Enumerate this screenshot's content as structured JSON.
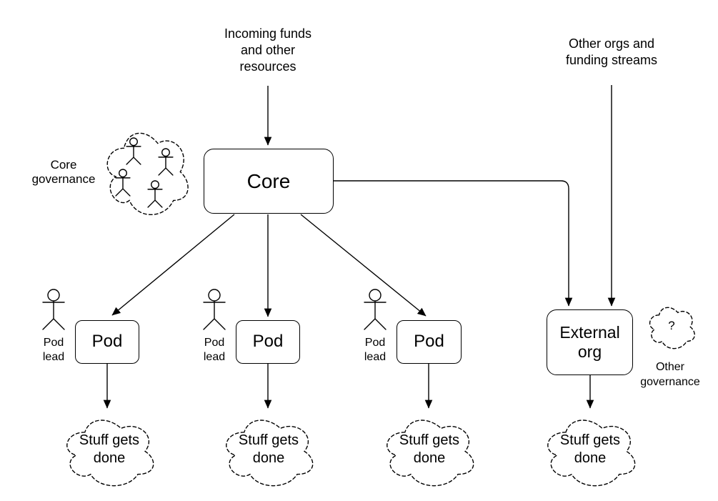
{
  "colors": {
    "stroke": "#000000",
    "text": "#000000",
    "background": "#ffffff"
  },
  "top_labels": {
    "incoming_funds": "Incoming funds\nand other\nresources",
    "other_orgs": "Other orgs and\nfunding streams"
  },
  "core": {
    "label": "Core",
    "governance_label": "Core\ngovernance"
  },
  "pods": [
    {
      "label": "Pod",
      "lead_label": "Pod\nlead",
      "output_label": "Stuff gets\ndone"
    },
    {
      "label": "Pod",
      "lead_label": "Pod\nlead",
      "output_label": "Stuff gets\ndone"
    },
    {
      "label": "Pod",
      "lead_label": "Pod\nlead",
      "output_label": "Stuff gets\ndone"
    }
  ],
  "external": {
    "label": "External\norg",
    "output_label": "Stuff gets\ndone",
    "governance_label": "Other\ngovernance",
    "governance_symbol": "?"
  }
}
